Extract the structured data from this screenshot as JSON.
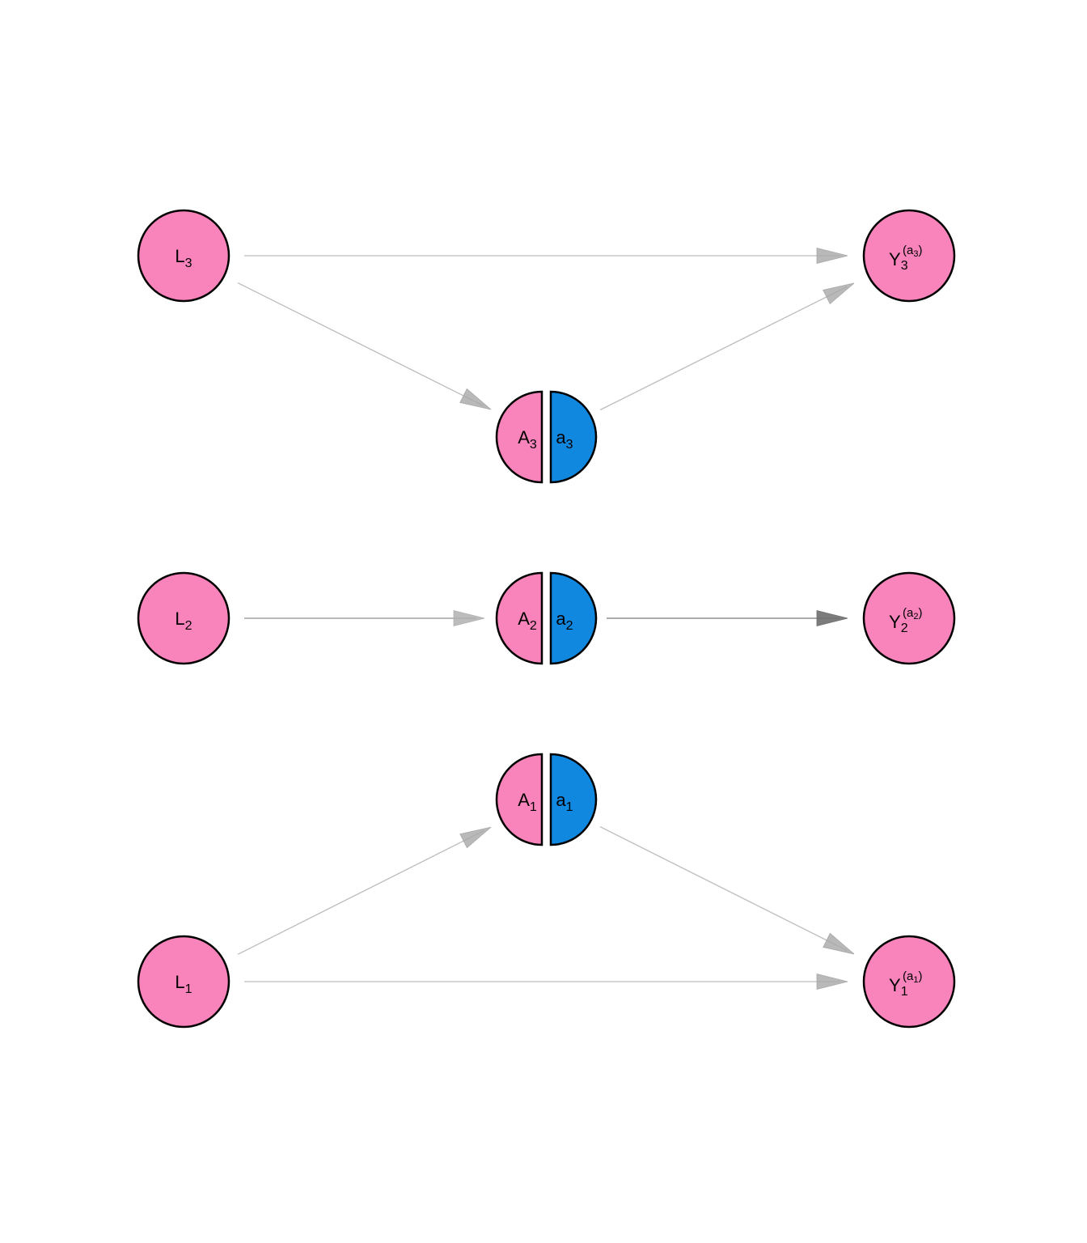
{
  "colors": {
    "node_fill": "#f984bb",
    "intervention_fill": "#1188e0",
    "node_stroke": "#000000",
    "edge_light": "#bdbdbd",
    "edge_dark": "#7a7a7a",
    "background": "#ffffff"
  },
  "nodes": {
    "L3": {
      "main": "L",
      "sub": "3"
    },
    "L2": {
      "main": "L",
      "sub": "2"
    },
    "L1": {
      "main": "L",
      "sub": "1"
    },
    "A3": {
      "left_main": "A",
      "left_sub": "3",
      "right_main": "a",
      "right_sub": "3"
    },
    "A2": {
      "left_main": "A",
      "left_sub": "2",
      "right_main": "a",
      "right_sub": "2"
    },
    "A1": {
      "left_main": "A",
      "left_sub": "1",
      "right_main": "a",
      "right_sub": "1"
    },
    "Y3": {
      "main": "Y",
      "sub": "3",
      "sup_open": "(",
      "sup_main": "a",
      "sup_sub": "3",
      "sup_close": ")"
    },
    "Y2": {
      "main": "Y",
      "sub": "2",
      "sup_open": "(",
      "sup_main": "a",
      "sup_sub": "2",
      "sup_close": ")"
    },
    "Y1": {
      "main": "Y",
      "sub": "1",
      "sup_open": "(",
      "sup_main": "a",
      "sup_sub": "1",
      "sup_close": ")"
    }
  },
  "edges": [
    {
      "from": "L3",
      "to": "Y3",
      "style": "light"
    },
    {
      "from": "L3",
      "to": "A3",
      "style": "light"
    },
    {
      "from": "A3",
      "to": "Y3",
      "style": "light"
    },
    {
      "from": "L2",
      "to": "A2",
      "style": "medium"
    },
    {
      "from": "A2",
      "to": "Y2",
      "style": "dark"
    },
    {
      "from": "L1",
      "to": "A1",
      "style": "light"
    },
    {
      "from": "A1",
      "to": "Y1",
      "style": "light"
    },
    {
      "from": "L1",
      "to": "Y1",
      "style": "light"
    }
  ]
}
